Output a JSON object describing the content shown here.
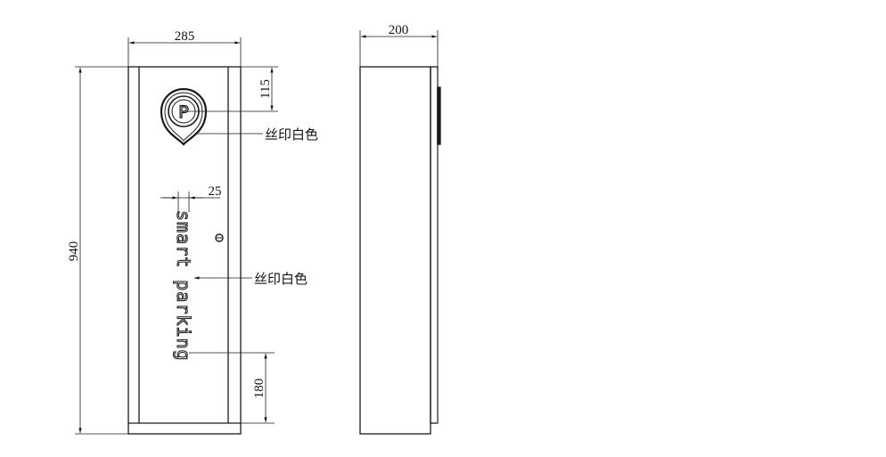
{
  "front_view": {
    "width_dim": "285",
    "height_dim": "940",
    "logo_offset_dim": "115",
    "text_offset_dim": "25",
    "bottom_offset_dim": "180",
    "logo_label": "丝印白色",
    "text_label": "丝印白色",
    "logo_glyph": "P",
    "vertical_text": "smart parking"
  },
  "side_view": {
    "depth_dim": "200"
  },
  "colors": {
    "line": "#1a1a1a",
    "background": "#ffffff"
  }
}
